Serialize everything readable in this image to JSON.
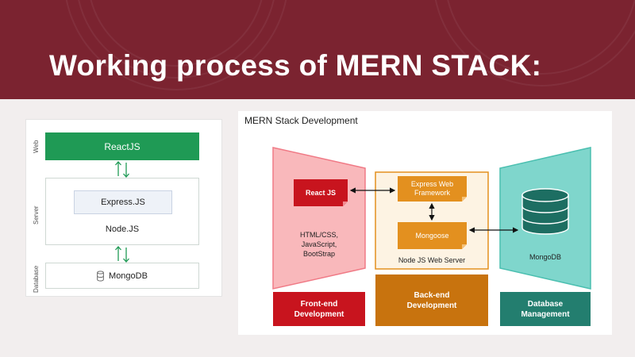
{
  "slide": {
    "title": "Working process of MERN STACK:"
  },
  "left_diagram": {
    "tiers": {
      "web": "Web",
      "server": "Server",
      "database": "Database"
    },
    "boxes": {
      "react": "ReactJS",
      "express": "Express.JS",
      "node": "Node.JS",
      "mongo": "MongoDB"
    }
  },
  "right_diagram": {
    "title": "MERN Stack Development",
    "frontend": {
      "box": "React JS",
      "tech": [
        "HTML/CSS,",
        "JavaScript,",
        "BootStrap"
      ],
      "caption": [
        "Front-end",
        "Development"
      ]
    },
    "backend": {
      "express": [
        "Express Web",
        "Framework"
      ],
      "mongoose": "Mongoose",
      "server_label": "Node JS Web Server",
      "caption": [
        "Back-end",
        "Development"
      ]
    },
    "database": {
      "label": "MongoDB",
      "caption": [
        "Database",
        "Management"
      ]
    }
  },
  "colors": {
    "header": "#7b2330",
    "web_green": "#1f9a55",
    "frontend_pink": "#f9b8bb",
    "frontend_red": "#c8141e",
    "backend_orange": "#e3901f",
    "backend_caption": "#c8730e",
    "database_teal": "#7fd6cc",
    "database_caption": "#237e6f"
  }
}
